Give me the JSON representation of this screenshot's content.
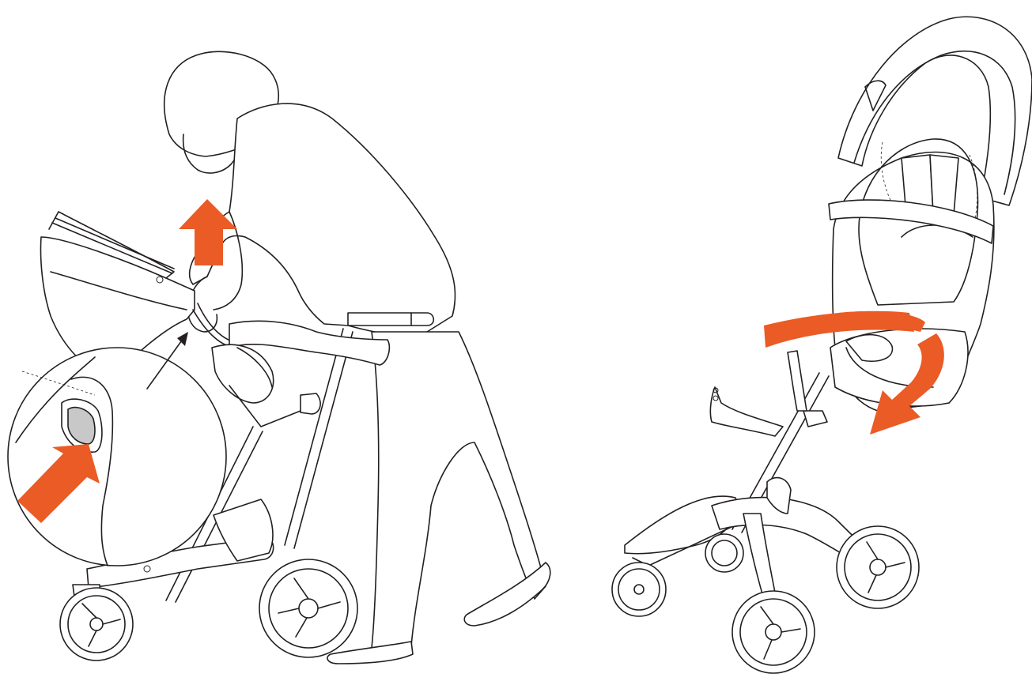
{
  "figure": {
    "colors": {
      "line": "#231f20",
      "accent_arrow": "#ea5b25",
      "background": "#ffffff",
      "highlight_grey": "#c8c8c8"
    },
    "panels": [
      {
        "name": "left",
        "depicts": [
          "hooded-person",
          "stroller-frame",
          "bassinet",
          "lift-up-arrow",
          "detail-callout-magnifier",
          "push-arrow"
        ]
      },
      {
        "name": "right",
        "depicts": [
          "stroller-with-bassinet",
          "rotate-arrow"
        ]
      }
    ],
    "icons": [
      "arrow-up",
      "arrow-diagonal",
      "curved-rotation-arrow",
      "pointer-arrow"
    ]
  }
}
